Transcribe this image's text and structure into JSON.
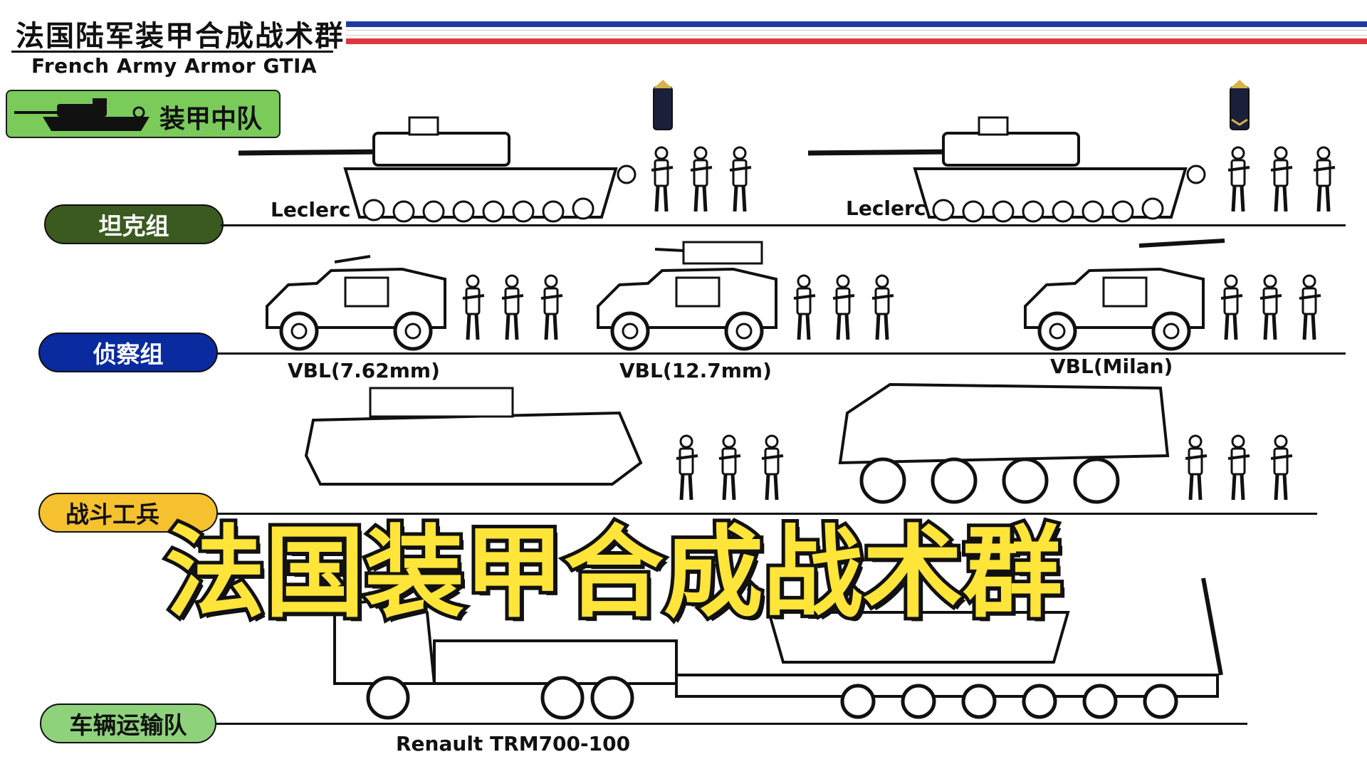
{
  "header": {
    "title_cn": "法国陆军装甲合成战术群",
    "title_en": "French Army Armor GTIA",
    "flag_colors": [
      "#1f3a9d",
      "#ffffff",
      "#e2353f"
    ]
  },
  "unit": {
    "label": "装甲中队",
    "color": "#7acb5a",
    "icon": "tank-icon"
  },
  "rows": [
    {
      "label": "坦克组",
      "color": "#3b5a1f",
      "text_color": "#ffffff"
    },
    {
      "label": "侦察组",
      "color": "#0a2aa0",
      "text_color": "#ffffff"
    },
    {
      "label": "战斗工兵",
      "color": "#f6c12f",
      "text_color": "#111111"
    },
    {
      "label": "车辆运输队",
      "color": "#8fd27c",
      "text_color": "#111111"
    }
  ],
  "vehicles": {
    "leclerc_1": "Leclerc",
    "leclerc_2": "Leclerc",
    "vbl_762": "VBL(7.62mm)",
    "vbl_127": "VBL(12.7mm)",
    "vbl_milan": "VBL(Milan)",
    "truck": "Renault TRM700-100"
  },
  "overlay_title": "法国装甲合成战术群"
}
